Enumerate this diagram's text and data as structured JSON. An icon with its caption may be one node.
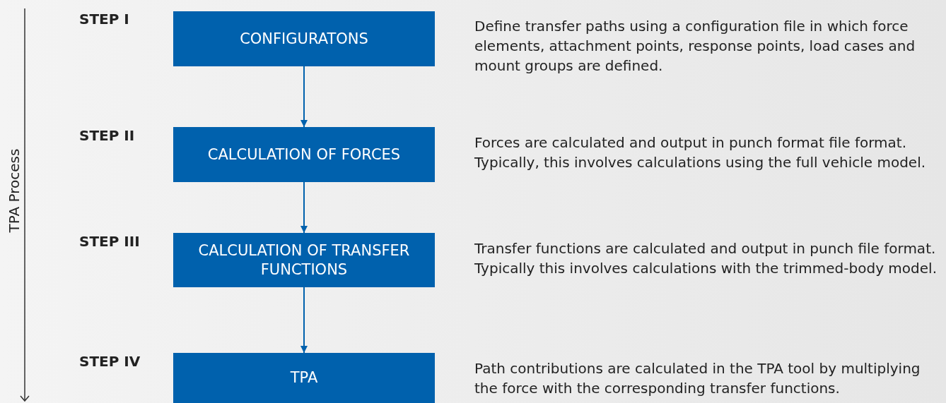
{
  "diagram": {
    "nodes": [
      {
        "text": [
          "CONFIGURATONS"
        ],
        "beside": [
          "STEP I",
          "Define transfer paths using a configuration file in which force elements, attachment points, response points, load cases and mount groups are defined."
        ]
      },
      {
        "text": [
          "CALCULATION OF FORCES"
        ],
        "beside": [
          "STEP II",
          "Forces are calculated and output in punch format file format. Typically, this involves calculations using the full vehicle model."
        ]
      },
      {
        "text": [
          "CALCULATION OF TRANSFER FUNCTIONS"
        ],
        "beside": [
          "STEP III",
          "Transfer functions are calculated and output in punch file format. Typically this involves calculations with the trimmed-body model."
        ]
      },
      {
        "text": [
          "TPA"
        ],
        "beside": [
          "STEP IV",
          "Path contributions are calculated in the TPA tool by multiplying the force with the corresponding transfer functions."
        ]
      }
    ],
    "edges": [
      {
        "from": 0,
        "to": 1,
        "arrow": "to"
      },
      {
        "from": 1,
        "to": 2,
        "arrow": "to"
      },
      {
        "from": 2,
        "to": 3,
        "arrow": "to"
      }
    ],
    "labels": [
      "TPA Process"
    ]
  }
}
